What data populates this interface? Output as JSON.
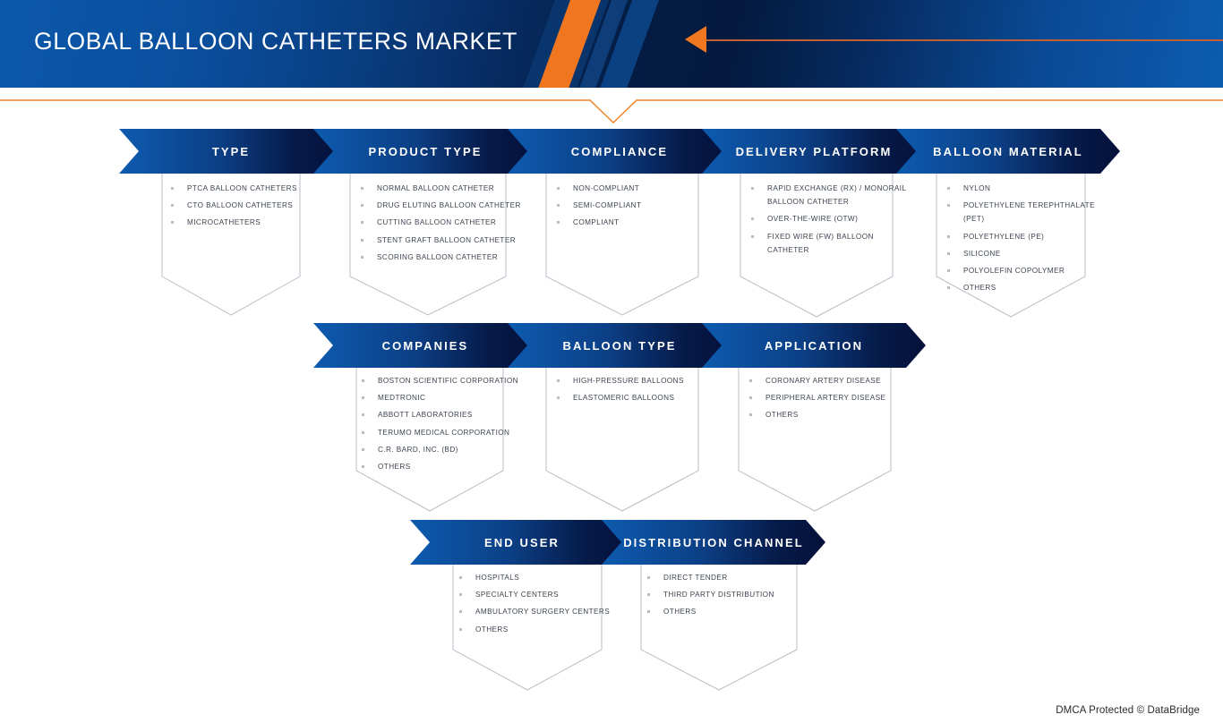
{
  "header": {
    "title": "GLOBAL BALLOON CATHETERS MARKET",
    "accent_orange": "#f0761f",
    "brand_blue": "#0b58ab",
    "dark_navy": "#041a40",
    "arrow_icon": "left-arrow-marker"
  },
  "footer": {
    "text": "DMCA Protected © DataBridge"
  },
  "segments": [
    {
      "id": "type",
      "title": "TYPE",
      "items": [
        "PTCA BALLOON CATHETERS",
        "CTO BALLOON CATHETERS",
        "MICROCATHETERS"
      ]
    },
    {
      "id": "product-type",
      "title": "PRODUCT TYPE",
      "items": [
        "NORMAL BALLOON CATHETER",
        "DRUG ELUTING BALLOON CATHETER",
        "CUTTING BALLOON CATHETER",
        "STENT GRAFT BALLOON CATHETER",
        "SCORING BALLOON CATHETER"
      ]
    },
    {
      "id": "compliance",
      "title": "COMPLIANCE",
      "items": [
        "NON-COMPLIANT",
        "SEMI-COMPLIANT",
        "COMPLIANT"
      ]
    },
    {
      "id": "delivery-platform",
      "title": "DELIVERY PLATFORM",
      "items": [
        "RAPID EXCHANGE (RX) / MONORAIL BALLOON CATHETER",
        "OVER-THE-WIRE (OTW)",
        "FIXED WIRE (FW) BALLOON CATHETER"
      ]
    },
    {
      "id": "balloon-material",
      "title": "BALLOON MATERIAL",
      "items": [
        "NYLON",
        "POLYETHYLENE TEREPHTHALATE (PET)",
        "POLYETHYLENE (PE)",
        "SILICONE",
        "POLYOLEFIN COPOLYMER",
        "OTHERS"
      ]
    },
    {
      "id": "companies",
      "title": "COMPANIES",
      "items": [
        "BOSTON SCIENTIFIC CORPORATION",
        "MEDTRONIC",
        "ABBOTT LABORATORIES",
        "TERUMO MEDICAL CORPORATION",
        "C.R. BARD, INC. (BD)",
        "OTHERS"
      ]
    },
    {
      "id": "balloon-type",
      "title": "BALLOON TYPE",
      "items": [
        "HIGH-PRESSURE BALLOONS",
        "ELASTOMERIC BALLOONS"
      ]
    },
    {
      "id": "application",
      "title": "APPLICATION",
      "items": [
        "CORONARY ARTERY DISEASE",
        "PERIPHERAL ARTERY DISEASE",
        "OTHERS"
      ]
    },
    {
      "id": "end-user",
      "title": "END USER",
      "items": [
        "HOSPITALS",
        "SPECIALTY CENTERS",
        "AMBULATORY SURGERY CENTERS",
        "OTHERS"
      ]
    },
    {
      "id": "distribution-channel",
      "title": "DISTRIBUTION CHANNEL",
      "items": [
        "DIRECT TENDER",
        "THIRD PARTY DISTRIBUTION",
        "OTHERS"
      ]
    }
  ]
}
